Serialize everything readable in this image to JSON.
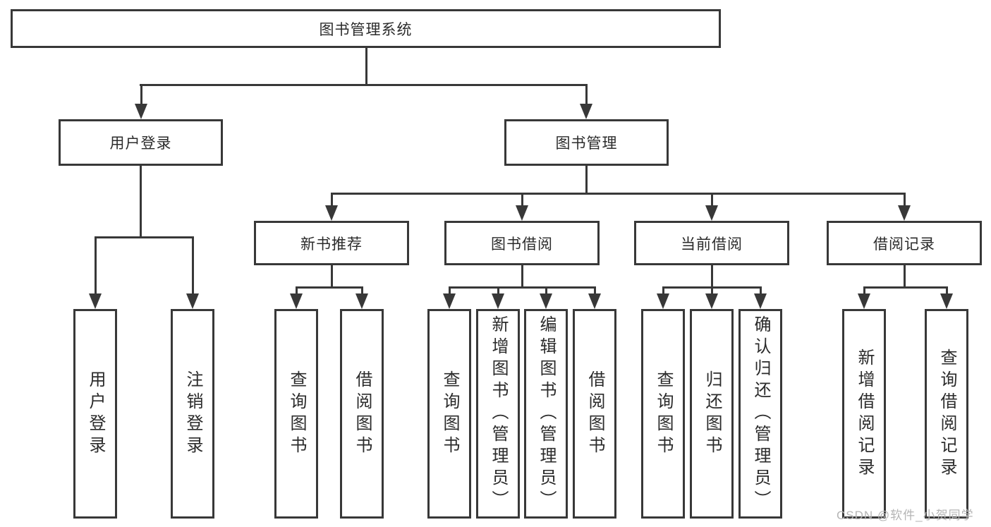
{
  "colors": {
    "line": "#383838",
    "text": "#2b2b2b",
    "watermark": "#b5b5b5",
    "background": "#ffffff"
  },
  "watermark": "CSDN @软件_小贺同学",
  "tree": {
    "root": {
      "label": "图书管理系统"
    },
    "branches": [
      {
        "label": "用户登录",
        "leaves": [
          "用户登录",
          "注销登录"
        ]
      },
      {
        "label": "图书管理",
        "children": [
          {
            "label": "新书推荐",
            "leaves": [
              "查询图书",
              "借阅图书"
            ]
          },
          {
            "label": "图书借阅",
            "leaves": [
              "查询图书",
              "新增图书（管理员）",
              "编辑图书（管理员）",
              "借阅图书"
            ]
          },
          {
            "label": "当前借阅",
            "leaves": [
              "查询图书",
              "归还图书",
              "确认归还（管理员）"
            ]
          },
          {
            "label": "借阅记录",
            "leaves": [
              "新增借阅记录",
              "查询借阅记录"
            ]
          }
        ]
      }
    ]
  }
}
